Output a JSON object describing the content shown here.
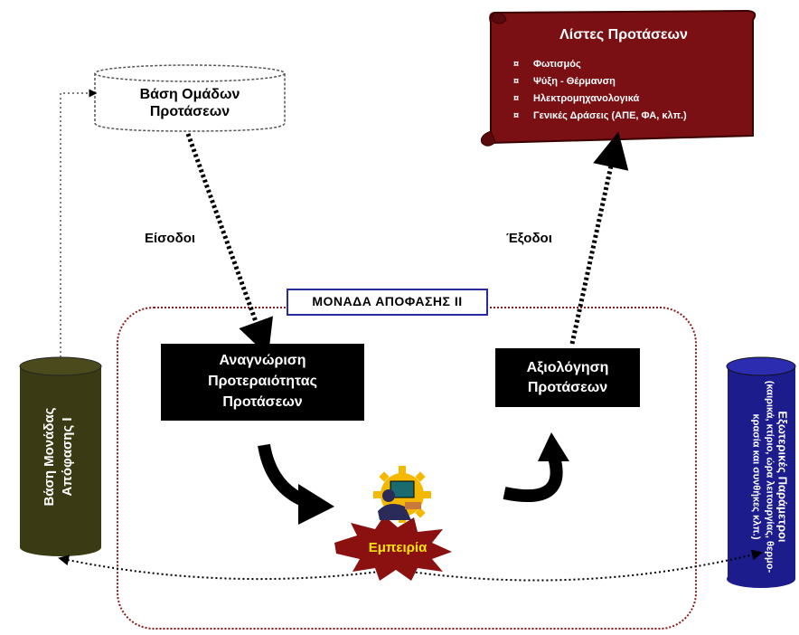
{
  "proposal_groups_db": {
    "line1": "Βάση Ομάδων",
    "line2": "Προτάσεων"
  },
  "proposal_lists": {
    "title": "Λίστες Προτάσεων",
    "items": [
      "Φωτισμός",
      "Ψύξη - Θέρμανση",
      "Ηλεκτρομηχανολογικά",
      "Γενικές Δράσεις (ΑΠΕ, ΦΑ, κλπ.)"
    ]
  },
  "inputs_label": "Είσοδοι",
  "outputs_label": "Έξοδοι",
  "decision_unit_ii": "ΜΟΝΑΔΑ ΑΠΟΦΑΣΗΣ ΙΙ",
  "priority_box": {
    "line1": "Αναγνώριση",
    "line2": "Προτεραιότητας",
    "line3": "Προτάσεων"
  },
  "evaluation_box": {
    "line1": "Αξιολόγηση",
    "line2": "Προτάσεων"
  },
  "experience_label": "Εμπειρία",
  "decision_unit_i_db": {
    "line1": "Βάση Μονάδας",
    "line2": "Απόφασης Ι"
  },
  "external_params_db": {
    "line1": "Εξωτερικές Παράμετροι",
    "line2": "(καιρικά, κτίριο, ώρα λειτουργίας, θερμο-",
    "line3": "κρασία και συνθήκες κλπ.)"
  },
  "colors": {
    "scroll": "#7a0f14",
    "unit_border": "#8b1a1a",
    "left_db": "#3a3a14",
    "right_db": "#1c1c8c",
    "burst": "#8b1010",
    "experience_text": "#ffe600"
  }
}
